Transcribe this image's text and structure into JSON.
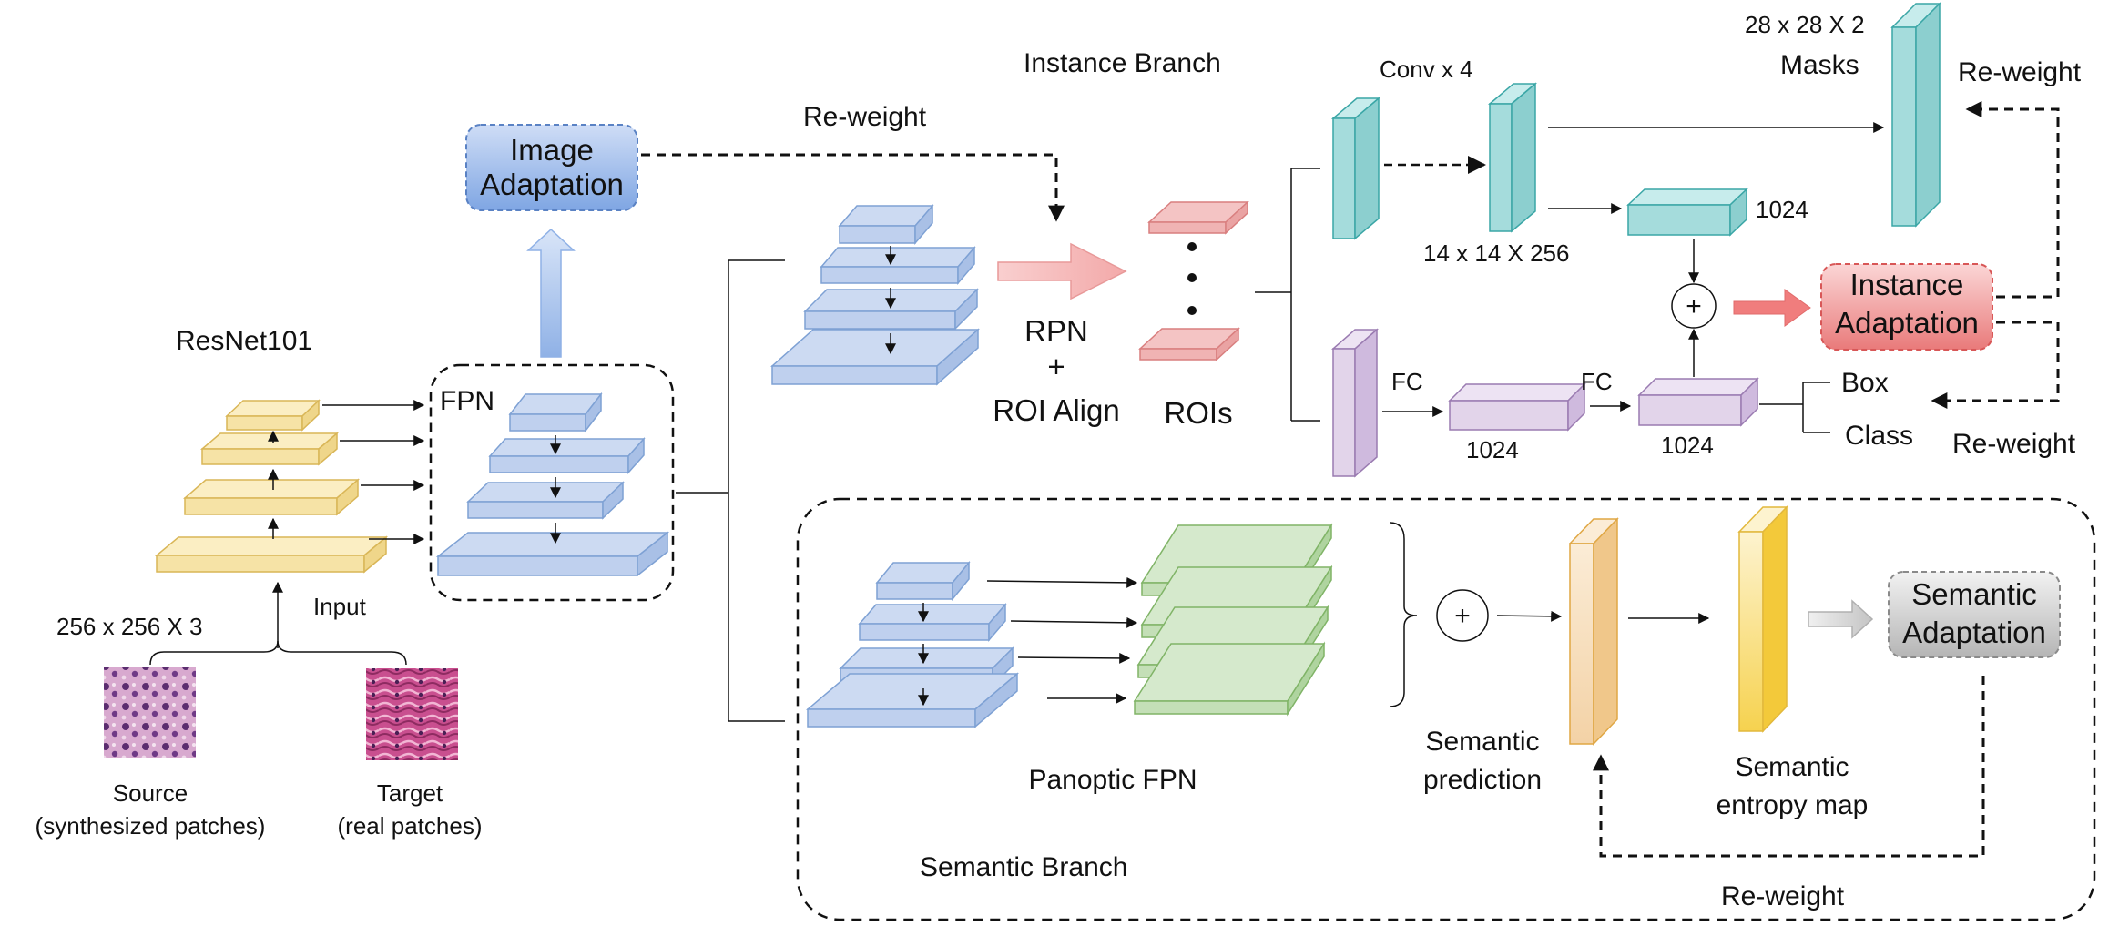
{
  "labels": {
    "resnet": "ResNet101",
    "fpn": "FPN",
    "input": "Input",
    "input_size": "256 x 256 X 3",
    "source_line1": "Source",
    "source_line2": "(synthesized patches)",
    "target_line1": "Target",
    "target_line2": "(real patches)",
    "image_adapt_line1": "Image",
    "image_adapt_line2": "Adaptation",
    "reweight_top": "Re-weight",
    "instance_branch": "Instance Branch",
    "rpn_line1": "RPN",
    "rpn_line2": "+",
    "rpn_line3": "ROI Align",
    "rois": "ROIs",
    "conv4": "Conv x 4",
    "size_14": "14 x 14 X 256",
    "size_28": "28 x 28 X 2",
    "masks": "Masks",
    "n1024_top": "1024",
    "fc1": "FC",
    "fc2": "FC",
    "n1024_a": "1024",
    "n1024_b": "1024",
    "box": "Box",
    "class": "Class",
    "instance_adapt_line1": "Instance",
    "instance_adapt_line2": "Adaptation",
    "reweight_right_top": "Re-weight",
    "reweight_right_bottom": "Re-weight",
    "panoptic_fpn": "Panoptic FPN",
    "semantic_branch": "Semantic Branch",
    "semantic_pred_line1": "Semantic",
    "semantic_pred_line2": "prediction",
    "entropy_line1": "Semantic",
    "entropy_line2": "entropy map",
    "semantic_adapt_line1": "Semantic",
    "semantic_adapt_line2": "Adaptation",
    "reweight_bottom": "Re-weight",
    "plus": "+"
  },
  "colors": {
    "resnet_fill": "#fbeec3",
    "resnet_stroke": "#d9b657",
    "fpn_fill": "#ccdaf2",
    "fpn_stroke": "#7ea1d4",
    "roi_fill": "#f4c4c4",
    "roi_stroke": "#d97f7f",
    "teal_fill": "#a5dcdc",
    "teal_stroke": "#3aa6a6",
    "purple_fill": "#e2d4ea",
    "purple_stroke": "#9a7bb1",
    "green_fill": "#d5e9cc",
    "green_stroke": "#80b467",
    "orange_fill": "#f9e3c2",
    "orange_stroke": "#e0a744",
    "yellow_fill": "#fbe79a",
    "yellow_stroke": "#e2b83c",
    "image_adapt_fill": "#8fb1e6",
    "instance_adapt_fill": "#ee8b8b",
    "semantic_adapt_fill": "#c8c8c8"
  }
}
